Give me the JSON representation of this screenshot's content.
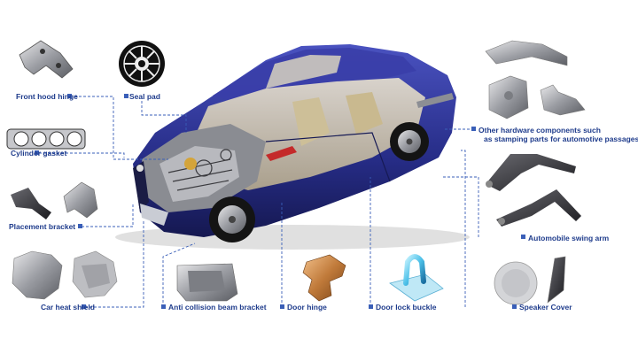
{
  "diagram": {
    "car": "car-cutaway-illustration",
    "labels": {
      "front_hood_hinge": "Front hood hinge",
      "seal_pad": "Seal pad",
      "cylinder_gasket": "Cylinder gasket",
      "placement_bracket": "Placement bracket",
      "car_heat_shield": "Car heat shield",
      "anti_collision_beam_bracket": "Anti collision beam bracket",
      "door_hinge": "Door hinge",
      "door_lock_buckle": "Door lock buckle",
      "speaker_cover": "Speaker Cover",
      "automobile_swing_arm": "Automobile swing arm",
      "other_hardware_line1": "Other hardware components such",
      "other_hardware_line2": "as stamping parts for automotive passages"
    },
    "colors": {
      "label_text": "#1f3c8c",
      "leader_line": "#3a5fb8",
      "car_body": "#2a2f8a"
    }
  }
}
